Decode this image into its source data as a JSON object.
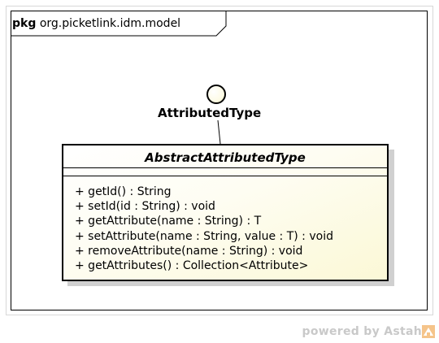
{
  "package": {
    "keyword": "pkg",
    "name": "org.picketlink.idm.model"
  },
  "interface": {
    "name": "AttributedType"
  },
  "class": {
    "name": "AbstractAttributedType",
    "operations": [
      "+ getId() : String",
      "+ setId(id : String) : void",
      "+ getAttribute(name : String) : T",
      "+ setAttribute(name : String, value : T) : void",
      "+ removeAttribute(name : String) : void",
      "+ getAttributes() : Collection<Attribute>"
    ]
  },
  "watermark": {
    "text": "powered by Astah"
  },
  "icons": {
    "astah": "astah-logo-icon"
  }
}
